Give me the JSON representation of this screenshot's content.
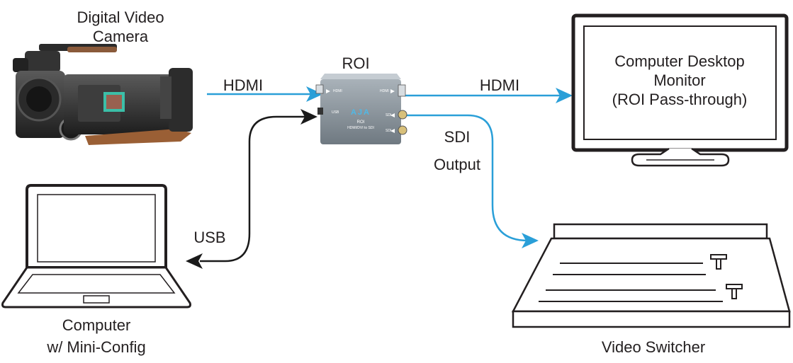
{
  "camera": {
    "label_lines": [
      "Digital Video",
      "Camera"
    ]
  },
  "roi_device": {
    "label": "ROI",
    "brand": "AJA",
    "face_title": "ROI",
    "face_subtitle": "HDMI/DVI to SDI",
    "port_labels": [
      "HDMI",
      "USB",
      "HDMI",
      "SDI",
      "SDI"
    ]
  },
  "monitor": {
    "label_lines": [
      "Computer Desktop",
      "Monitor",
      "(ROI Pass-through)"
    ]
  },
  "laptop": {
    "label_lines": [
      "Computer",
      "w/ Mini-Config"
    ]
  },
  "switcher": {
    "label": "Video Switcher"
  },
  "connections": {
    "camera_to_roi": "HDMI",
    "roi_to_monitor": "HDMI",
    "roi_to_switcher_lines": [
      "SDI",
      "Output"
    ],
    "laptop_to_roi": "USB"
  },
  "colors": {
    "video_link": "#2a9fd8",
    "usb_link": "#1a1a1a",
    "outline": "#231f20",
    "device_body": "#8a949c"
  }
}
